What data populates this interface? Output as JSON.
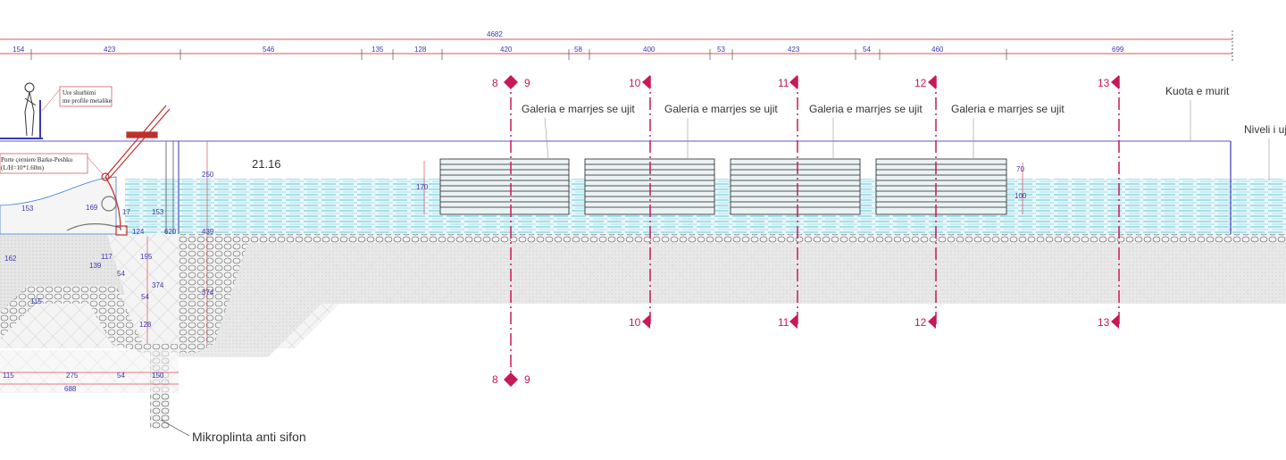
{
  "drawing": {
    "overall_dimension": "4682",
    "segment_dimensions": [
      "154",
      "423",
      "546",
      "135",
      "128",
      "420",
      "58",
      "400",
      "53",
      "423",
      "54",
      "460",
      "699"
    ],
    "sections": [
      "8",
      "9",
      "10",
      "11",
      "12",
      "13"
    ],
    "gallery_label": "Galeria e marrjes se ujit",
    "wall_label": "Kuota e murit",
    "water_label": "Niveli i uj",
    "elevation": "21.16",
    "bridge_note": [
      "Ure shurbimi",
      "me profile metalike"
    ],
    "gate_note": [
      "Porte çerniere Barke-Peshku",
      "(L/H=10*1.60m)"
    ],
    "foundation_label": "Mikroplinta anti sifon",
    "detail_dims": {
      "d153a": "153",
      "d169": "169",
      "d17": "17",
      "d153b": "153",
      "d250": "250",
      "d124": "124",
      "d620": "620",
      "d439": "439",
      "d162": "162",
      "d139": "139",
      "d117": "117",
      "d195": "195",
      "d54a": "54",
      "d54b": "54",
      "d374a": "374",
      "d128": "128",
      "d374b": "374",
      "d115a": "115",
      "d115b": "115",
      "d275": "275",
      "d54c": "54",
      "d150": "150",
      "d688": "688",
      "d70": "70",
      "d100": "100",
      "d170": "170"
    },
    "colors": {
      "dim_line": "#e0505a",
      "section": "#c8185a",
      "wall": "#3a3ab0",
      "water": "#5ec8d8"
    }
  }
}
